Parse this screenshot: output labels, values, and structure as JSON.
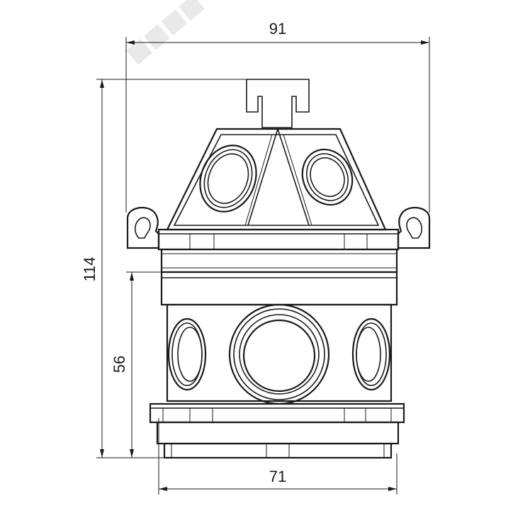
{
  "drawing": {
    "line_color": "#1a1a1a",
    "background": "#ffffff",
    "watermark_color": "#e9e9e9"
  },
  "dimensions": {
    "overall_width": "91",
    "overall_height": "114",
    "body_height": "56",
    "base_width": "71"
  }
}
